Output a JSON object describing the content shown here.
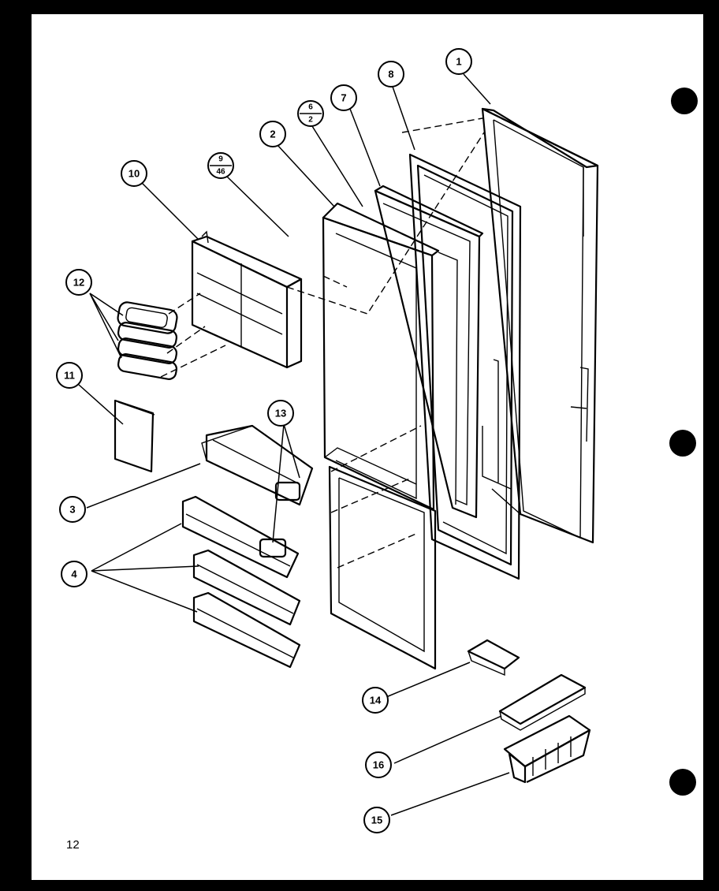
{
  "callouts": [
    {
      "id": "1",
      "label": "1"
    },
    {
      "id": "2",
      "label": "2"
    },
    {
      "id": "3",
      "label": "3"
    },
    {
      "id": "4",
      "label": "4"
    },
    {
      "id": "6-2",
      "label": "6",
      "sub": "2"
    },
    {
      "id": "7",
      "label": "7"
    },
    {
      "id": "8",
      "label": "8"
    },
    {
      "id": "9-46",
      "label": "9",
      "sub": "46"
    },
    {
      "id": "10",
      "label": "10"
    },
    {
      "id": "11",
      "label": "11"
    },
    {
      "id": "12",
      "label": "12"
    },
    {
      "id": "13",
      "label": "13"
    },
    {
      "id": "14",
      "label": "14"
    },
    {
      "id": "15",
      "label": "15"
    },
    {
      "id": "16",
      "label": "16"
    }
  ],
  "page_number": "12"
}
